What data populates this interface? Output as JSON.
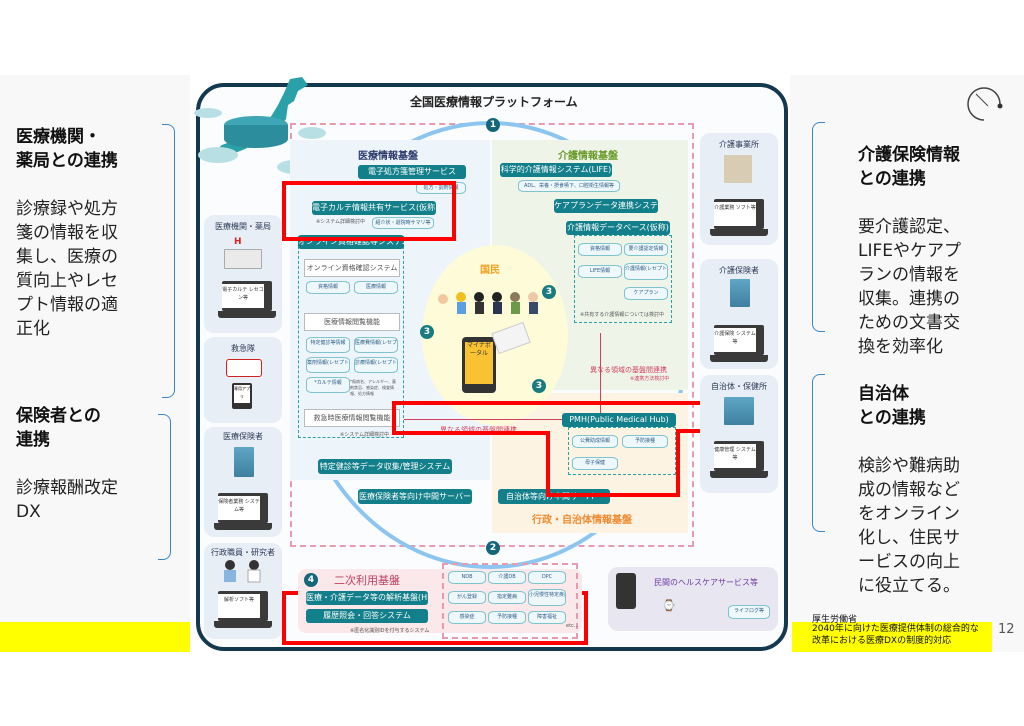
{
  "left_panel": {
    "sections": [
      {
        "heading": [
          "医療機関・",
          "薬局との連携"
        ],
        "body": [
          "診療録や処方",
          "箋の情報を収",
          "集し、医療の",
          "質向上やレセ",
          "プト情報の適",
          "正化"
        ]
      },
      {
        "heading": [
          "保険者との",
          "連携"
        ],
        "body": [
          "診療報酬改定",
          "DX"
        ]
      }
    ]
  },
  "right_panel": {
    "sections": [
      {
        "heading": [
          "介護保険情報",
          "との連携"
        ],
        "body": [
          "要介護認定、",
          "LIFEやケアプ",
          "ランの情報を",
          "収集。連携の",
          "ための文書交",
          "換を効率化"
        ]
      },
      {
        "heading": [
          "自治体",
          "との連携"
        ],
        "body": [
          "検診や難病助",
          "成の情報など",
          "をオンライン",
          "化し、住民サ",
          "ービスの向上",
          "に役立てる。"
        ]
      }
    ]
  },
  "diagram": {
    "title": "全国医療情報プラットフォーム",
    "medical_base": {
      "title": "医療情報基盤",
      "e_prescription": "電子処方箋管理サービス",
      "e_prescription_db": "処方・調剤情報",
      "emr_share": "電子カルテ情報共有サービス(仮称)",
      "emr_note": "※システム詳細検討中",
      "emr_db": "紹介状・退院時サマリ等",
      "online_qual_group": "オンライン資格確認等システム",
      "online_qual": "オンライン資格確認システム",
      "online_qual_dbs": [
        "資格情報",
        "医療情報"
      ],
      "info_view": "医療情報閲覧機能",
      "info_view_dbs": [
        "特定健診等情報",
        "医療費情報(レセプト)",
        "薬剤情報(レセプト)",
        "診療情報(レセプト)",
        "*カルテ情報"
      ],
      "info_view_note": "*傷病名、アレルギー、薬剤禁忌、感染症、検査情報、処方情報",
      "emergency": "救急時医療情報閲覧機能",
      "emergency_note": "※システム詳細検討中",
      "health_check_system": "特定健診等データ収集/管理システム",
      "insurer_server": "医療保険者等向け中間サーバー"
    },
    "care_base": {
      "title": "介護情報基盤",
      "life": "科学的介護情報システム(LIFE)",
      "life_db": "ADL、栄養・摂食嚥下、口腔衛生情報等",
      "careplan": "ケアプランデータ連携システム",
      "care_db": "介護情報データベース(仮称)",
      "care_dbs": [
        "資格情報",
        "要介護認定情報",
        "LIFE情報",
        "介護情報(レセプト)",
        "ケアプラン"
      ],
      "care_note": "※共有する介護情報については検討中"
    },
    "citizen": {
      "label": "国民",
      "portal": "マイナポータル"
    },
    "cross_link": {
      "label": "異なる領域の基盤間連携",
      "note": "※連携方法検討中"
    },
    "pmh": {
      "title": "PMH(Public Medical Hub)",
      "dbs": [
        "公費助成情報",
        "予防接種",
        "母子保健"
      ]
    },
    "admin_base": {
      "title": "行政・自治体情報基盤",
      "server": "自治体等向け中間サーバー"
    },
    "secondary": {
      "number": "4",
      "title": "二次利用基盤",
      "hic": "医療・介護データ等の解析基盤(HIC)",
      "history": "履歴照会・回答システム",
      "note": "※匿名化識別IDを付与するシステム",
      "dbs": [
        "NDB",
        "介護DB",
        "DPC",
        "がん登録",
        "指定難病",
        "小児慢性特定疾病",
        "感染症",
        "予防接種",
        "障害福祉"
      ],
      "etc": "etc..."
    },
    "entities": {
      "hospital": {
        "label": "医療機関・薬局",
        "device": "電子カルテ レセコン等"
      },
      "ambulance": {
        "label": "救急隊",
        "device": "専用アプリ"
      },
      "insurer": {
        "label": "医療保険者",
        "device": "保険者業務 システム等"
      },
      "researcher": {
        "label": "行政職員・研究者",
        "device": "解析ソフト等"
      },
      "care_office": {
        "label": "介護事業所",
        "device": "介護業務 ソフト等"
      },
      "care_insurer": {
        "label": "介護保険者",
        "device": "介護保険 システム等"
      },
      "municipality": {
        "label": "自治体・保健所",
        "device": "健康管理 システム等"
      },
      "private": {
        "label": "民間のヘルスケアサービス等",
        "device": "ライフログ等"
      }
    },
    "flow_numbers": [
      "1",
      "2",
      "3",
      "3",
      "3"
    ]
  },
  "footer": {
    "ministry": "厚生労働省",
    "document": "2040年に向けた医療提供体制の総合的な改革における医療DXの制度的対応",
    "page": "12"
  }
}
